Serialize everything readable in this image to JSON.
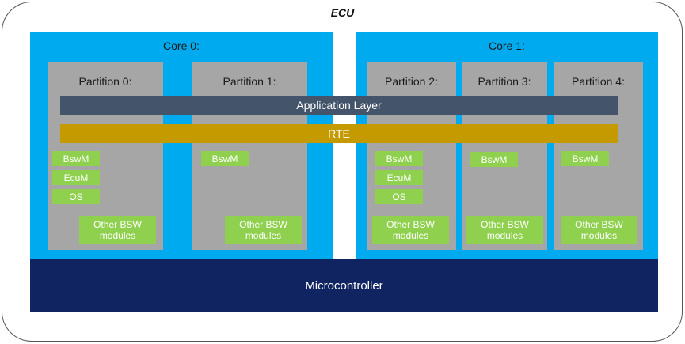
{
  "ecu": {
    "title": "ECU"
  },
  "cores": [
    {
      "label": "Core 0:"
    },
    {
      "label": "Core 1:"
    }
  ],
  "partitions": [
    {
      "label": "Partition 0:"
    },
    {
      "label": "Partition 1:"
    },
    {
      "label": "Partition 2:"
    },
    {
      "label": "Partition 3:"
    },
    {
      "label": "Partition 4:"
    }
  ],
  "layers": {
    "application": "Application Layer",
    "rte": "RTE",
    "microcontroller": "Microcontroller"
  },
  "modules": {
    "bswm": "BswM",
    "ecum": "EcuM",
    "os": "OS",
    "other_line1": "Other BSW",
    "other_line2": "modules"
  },
  "colors": {
    "core": "#00aaee",
    "partition": "#a6a6a6",
    "module": "#8fd14f",
    "application_layer": "#44546a",
    "rte": "#c49a00",
    "microcontroller": "#0f2461"
  }
}
